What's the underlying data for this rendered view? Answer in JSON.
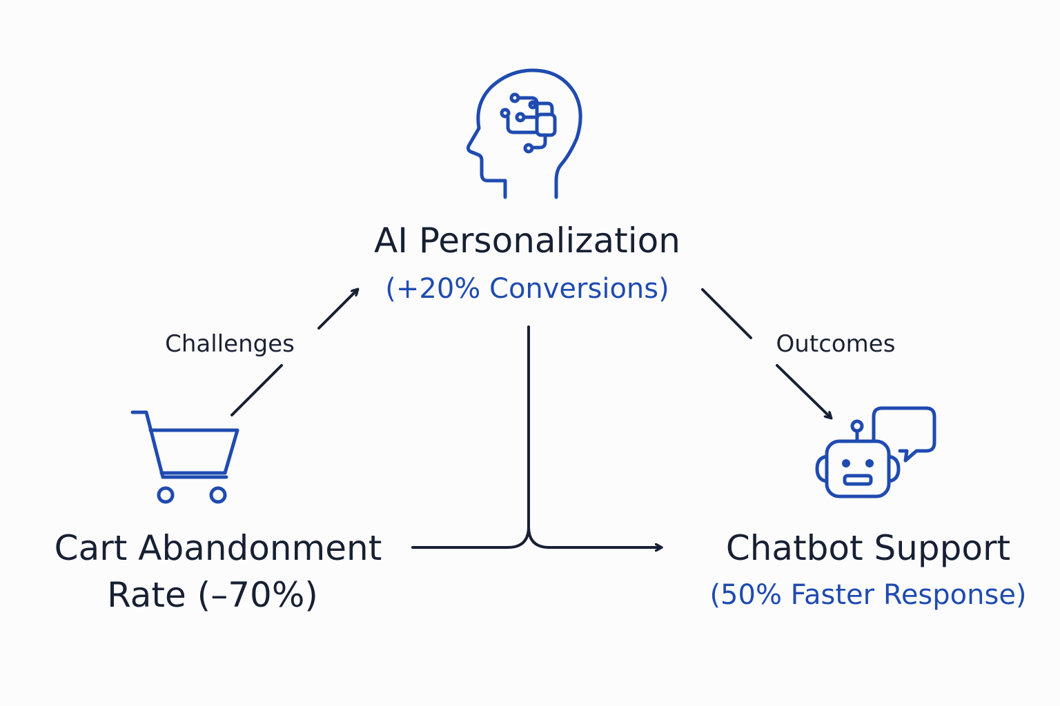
{
  "colors": {
    "accent": "#1f4bb0",
    "text": "#172033",
    "line": "#172033",
    "background": "#fcfcfc"
  },
  "nodes": {
    "ai_personalization": {
      "title": "AI Personalization",
      "subtitle": "(+20% Conversions)",
      "icon": "brain-circuit-head-icon"
    },
    "cart_abandonment": {
      "title_line1": "Cart Abandonment",
      "title_line2": "Rate (–70%)",
      "icon": "shopping-cart-icon"
    },
    "chatbot_support": {
      "title": "Chatbot Support",
      "subtitle": "(50% Faster Response)",
      "icon": "robot-chat-icon"
    }
  },
  "edges": {
    "challenges_label": "Challenges",
    "outcomes_label": "Outcomes"
  }
}
